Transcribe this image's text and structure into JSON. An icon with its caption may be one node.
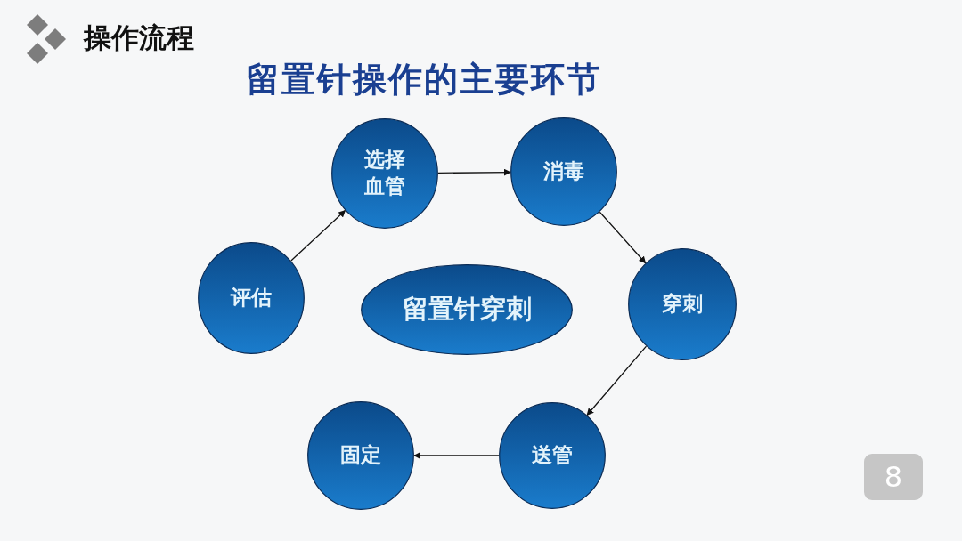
{
  "diagram": {
    "title": "留置针操作的主要环节",
    "nodes": [
      {
        "text": [
          "选择血管"
        ]
      },
      {
        "text": [
          "消毒"
        ]
      },
      {
        "text": [
          "评估"
        ]
      },
      {
        "text": [
          "留置针穿刺"
        ]
      },
      {
        "text": [
          "穿刺"
        ]
      },
      {
        "text": [
          "固定"
        ]
      },
      {
        "text": [
          "送管"
        ]
      }
    ],
    "edges": [
      {
        "from": 2,
        "to": 0,
        "arrow": "to"
      },
      {
        "from": 0,
        "to": 1,
        "arrow": "to"
      },
      {
        "from": 1,
        "to": 4,
        "arrow": "to"
      },
      {
        "from": 4,
        "to": 6,
        "arrow": "to"
      },
      {
        "from": 6,
        "to": 5,
        "arrow": "to"
      }
    ],
    "labels": [
      "操作流程",
      "8"
    ]
  }
}
